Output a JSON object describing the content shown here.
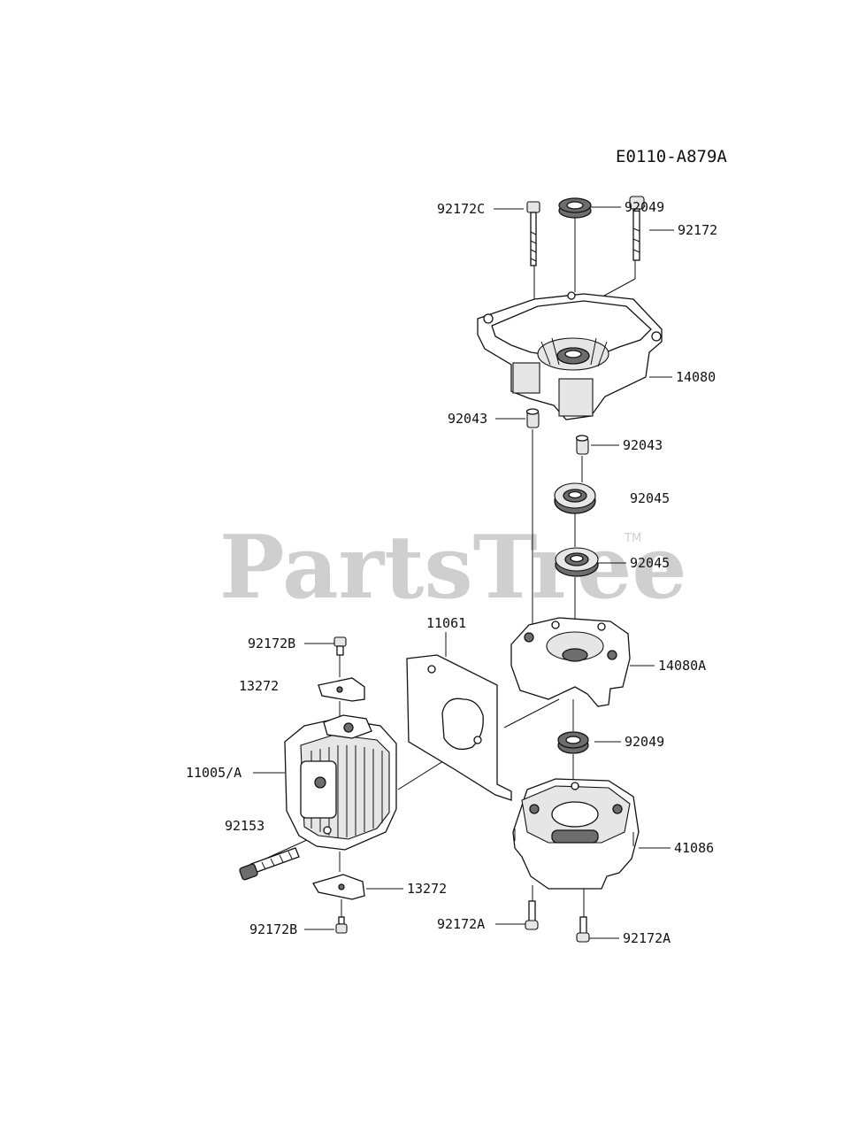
{
  "diagram": {
    "code": "E0110-A879A",
    "watermark": "PartsTree",
    "watermark_tm": "TM",
    "labels": {
      "p92049_top": "92049",
      "p92172C": "92172C",
      "p92172": "92172",
      "p14080": "14080",
      "p92043_left": "92043",
      "p92043_right": "92043",
      "p92045_a": "92045",
      "p92045_b": "92045",
      "p11061": "11061",
      "p14080A": "14080A",
      "p92172B_top": "92172B",
      "p13272_top": "13272",
      "p92049_mid": "92049",
      "p11005A": "11005/A",
      "p92153": "92153",
      "p41086": "41086",
      "p13272_bot": "13272",
      "p92172A_left": "92172A",
      "p92172B_bot": "92172B",
      "p92172A_right": "92172A"
    }
  }
}
